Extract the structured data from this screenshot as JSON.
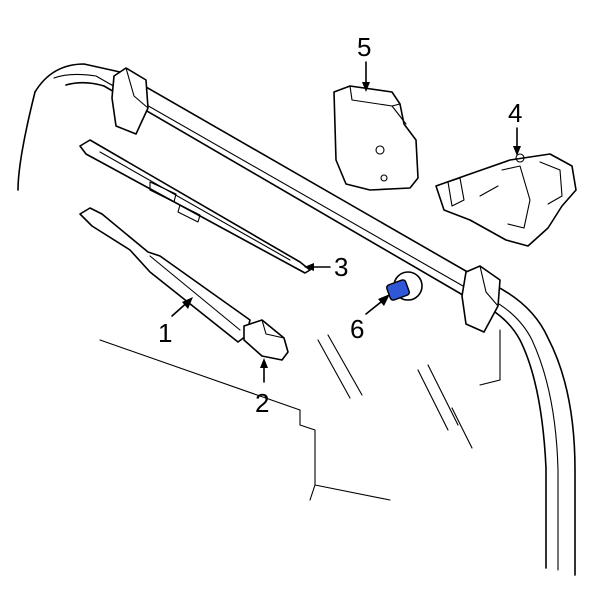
{
  "diagram": {
    "callouts": [
      {
        "id": "1",
        "label": "1"
      },
      {
        "id": "2",
        "label": "2"
      },
      {
        "id": "3",
        "label": "3"
      },
      {
        "id": "4",
        "label": "4"
      },
      {
        "id": "5",
        "label": "5"
      },
      {
        "id": "6",
        "label": "6"
      }
    ],
    "highlight_color": "#2f57d6"
  }
}
